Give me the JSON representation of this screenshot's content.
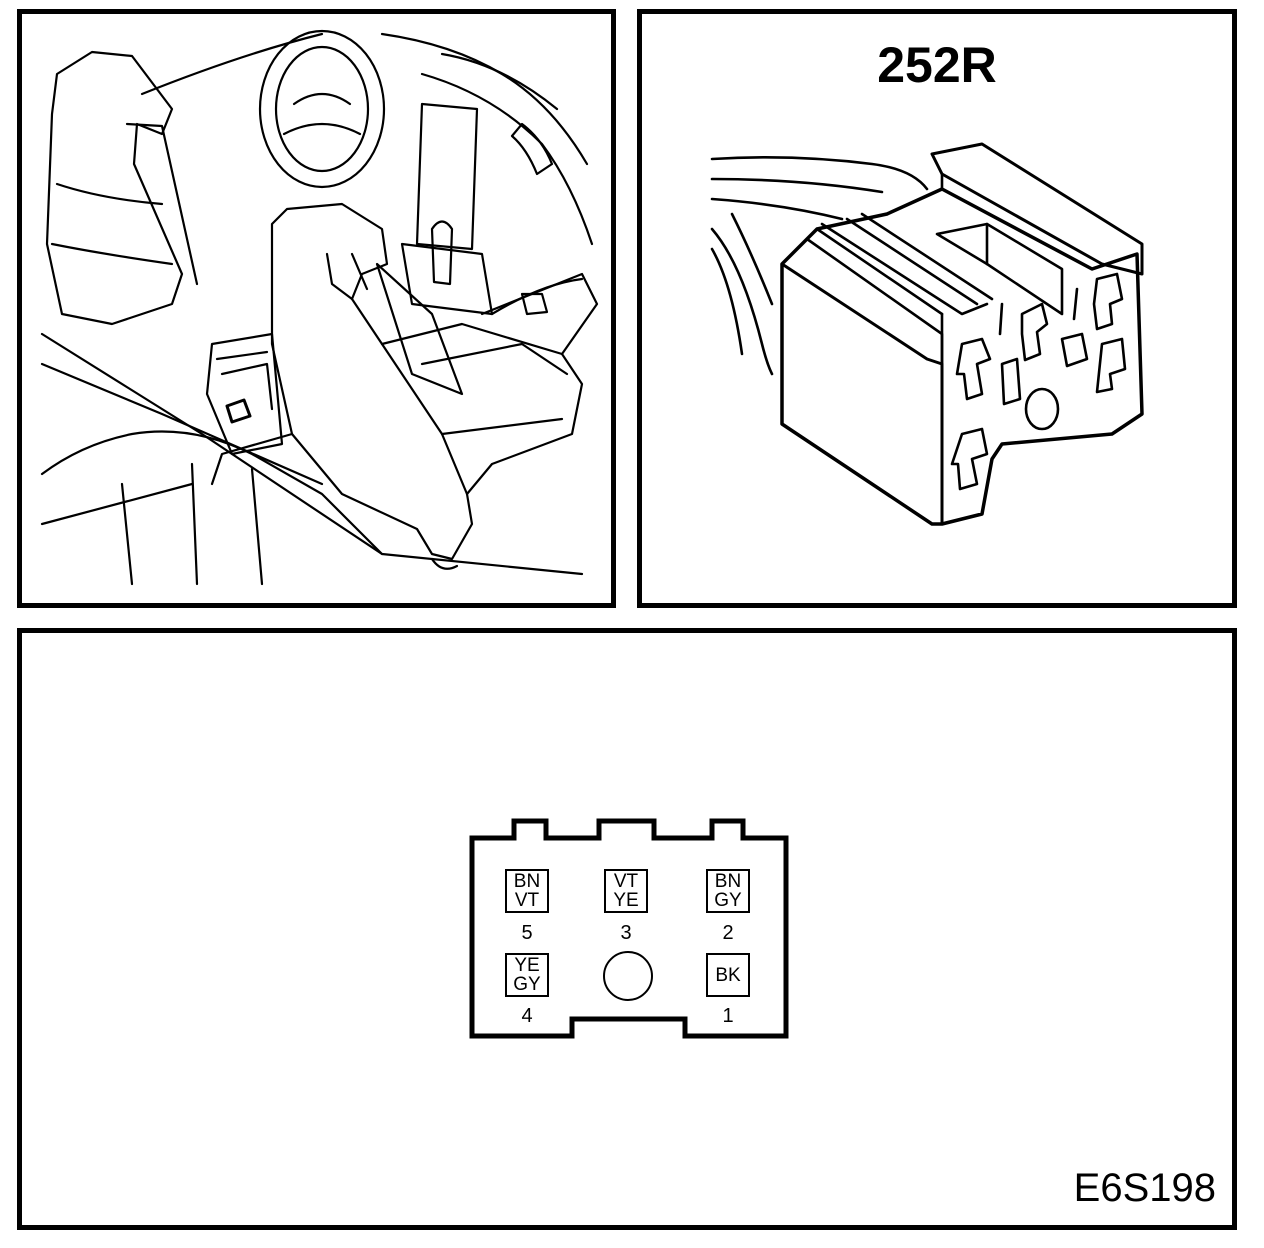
{
  "connector": {
    "id": "252R"
  },
  "figure": {
    "code": "E6S198"
  },
  "pinout": {
    "pins": [
      {
        "number": "5",
        "line1": "BN",
        "line2": "VT"
      },
      {
        "number": "3",
        "line1": "VT",
        "line2": "YE"
      },
      {
        "number": "2",
        "line1": "BN",
        "line2": "GY"
      },
      {
        "number": "4",
        "line1": "YE",
        "line2": "GY"
      },
      {
        "number": "1",
        "line1": "BK",
        "line2": ""
      }
    ]
  },
  "colors": {
    "line": "#000000",
    "background": "#ffffff"
  }
}
